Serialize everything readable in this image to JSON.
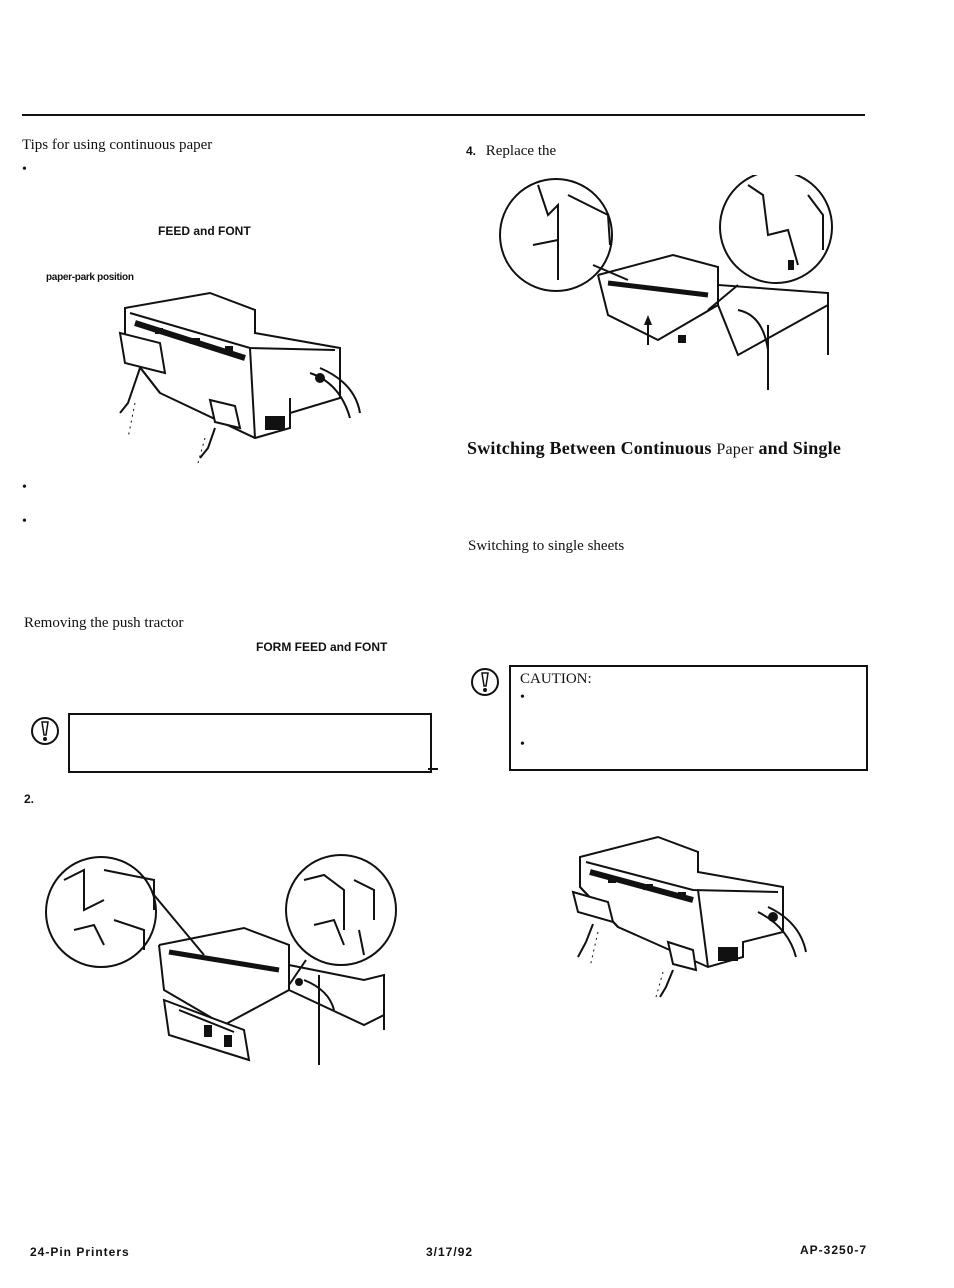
{
  "left": {
    "tips_heading": "Tips for using continuous paper",
    "bullet": "•",
    "keys_1": "FEED and FONT",
    "figure_label": "paper-park position",
    "removing_heading": "Removing the push tractor",
    "keys_2": "FORM FEED and FONT",
    "step_2": "2."
  },
  "right": {
    "step_4": "4.",
    "step_4_text": "Replace the",
    "switching_heading_a": "Switching Between Continuous",
    "switching_heading_b": "Paper",
    "switching_heading_c": "and Single",
    "single_sheets_heading": "Switching to single sheets",
    "caution_label": "CAUTION:",
    "bullet": "•"
  },
  "footer": {
    "left": "24-Pin Printers",
    "center": "3/17/92",
    "right": "AP-3250-7"
  }
}
